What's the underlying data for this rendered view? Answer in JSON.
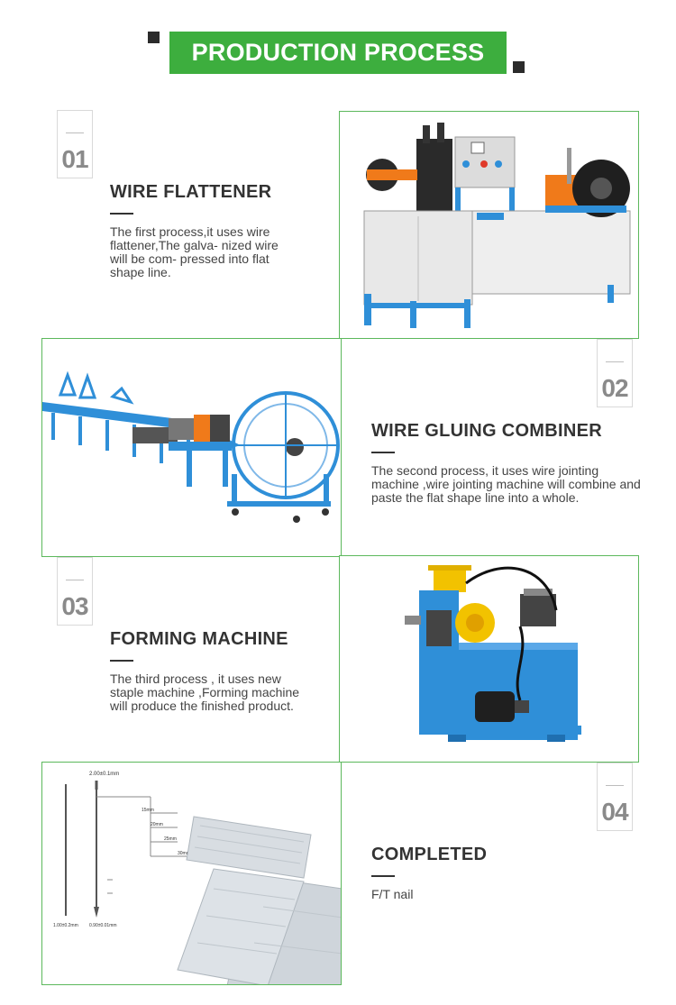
{
  "header": {
    "title": "PRODUCTION PROCESS"
  },
  "steps": [
    {
      "number": "01",
      "title": "WIRE FLATTENER",
      "description": "The first process,it uses wire flattener,The galva- nized wire will be com- pressed into flat shape line."
    },
    {
      "number": "02",
      "title": "WIRE GLUING COMBINER",
      "description": "The second process, it uses wire jointing machine ,wire jointing machine will combine and paste the flat shape line into a whole."
    },
    {
      "number": "03",
      "title": "FORMING MACHINE",
      "description": "The third process , it uses new staple machine ,Forming machine will produce the finished product."
    },
    {
      "number": "04",
      "title": "COMPLETED",
      "description": "F/T nail"
    }
  ],
  "nail_diagram": {
    "labels": [
      "2.00±0.1mm",
      "15mm",
      "20mm",
      "25mm",
      "30mm",
      "1.00±0.2mm",
      "0.90±0.01mm"
    ]
  },
  "colors": {
    "accent": "#3dae3e",
    "frame": "#5cb85c",
    "machine_blue": "#2f8fd8"
  }
}
